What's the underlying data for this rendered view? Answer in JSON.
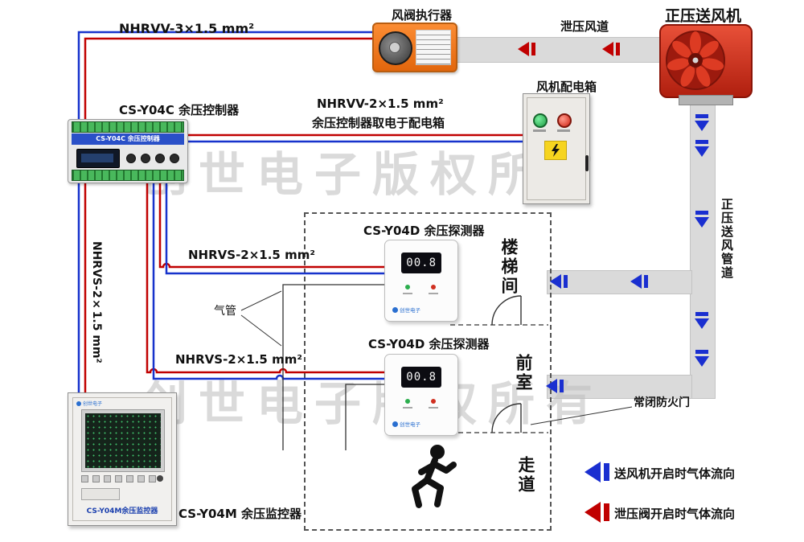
{
  "title_labels": {
    "fan": "正压送风机",
    "relief_duct": "泄压风道",
    "actuator": "风阀执行器",
    "fan_box": "风机配电箱",
    "controller": "CS-Y04C 余压控制器",
    "monitor": "CS-Y04M 余压监控器",
    "detector1": "CS-Y04D 余压探测器",
    "detector2": "CS-Y04D 余压探测器",
    "supply_duct": "正压送风管道",
    "fire_door": "常闭防火门",
    "air_tube": "气管",
    "stairwell": "楼梯间",
    "front_room": "前室",
    "corridor": "走道"
  },
  "cable_labels": {
    "to_actuator": "NHRVV-3×1.5 mm²",
    "to_box_line1": "NHRVV-2×1.5 mm²",
    "to_box_line2": "余压控制器取电于配电箱",
    "to_monitor": "NHRVS-2×1.5 mm²",
    "to_detector1": "NHRVS-2×1.5 mm²",
    "to_detector2": "NHRVS-2×1.5 mm²"
  },
  "legend": {
    "supply_flow": "送风机开启时气体流向",
    "relief_flow": "泄压阀开启时气体流向"
  },
  "devices": {
    "controller_header": "CS-Y04C 余压控制器",
    "monitor_label": "CS-Y04M余压监控器",
    "detector1_reading": "00.8",
    "detector2_reading": "00.8",
    "brand": "创世电子"
  },
  "watermark": "创世电子版权所有",
  "colors": {
    "supply_arrow_blue": "#1a2fd0",
    "relief_arrow_red": "#c00000",
    "wire_blue": "#1733cc",
    "wire_red": "#c00000",
    "duct_gray": "#dadada",
    "fan_red": "#cf2a18",
    "actuator_orange": "#f07a1e"
  }
}
